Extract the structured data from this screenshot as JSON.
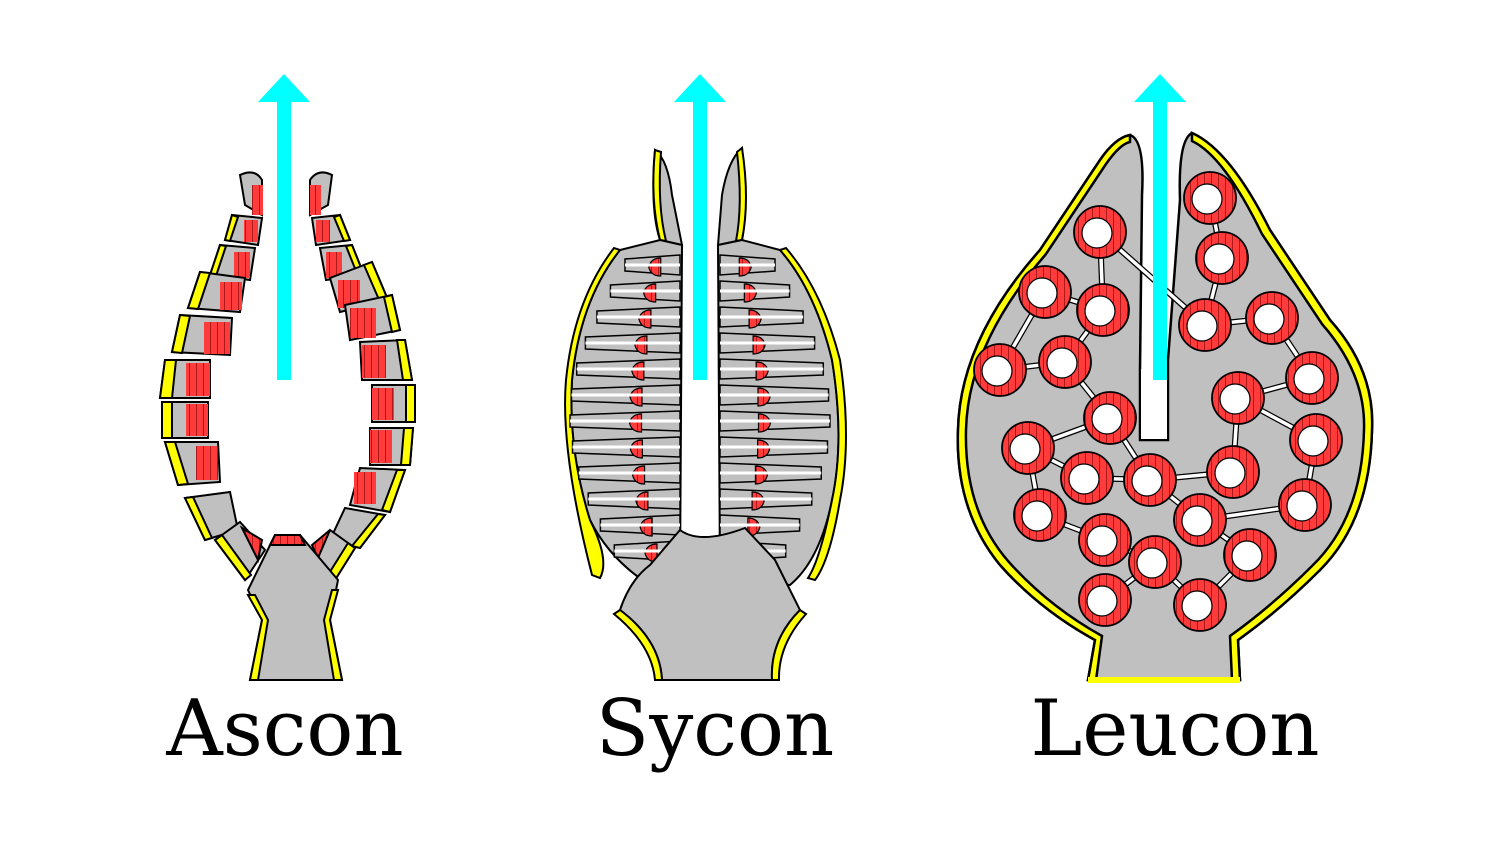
{
  "labels": {
    "ascon": "Ascon",
    "sycon": "Sycon",
    "leucon": "Leucon"
  },
  "colors": {
    "mesohyl": "#c0c0c0",
    "pinacoderm": "#ffff00",
    "choanocytes": "#ff3b3b",
    "water_flow_arrow": "#00ffff",
    "outline": "#000000",
    "canals": "#ffffff"
  }
}
